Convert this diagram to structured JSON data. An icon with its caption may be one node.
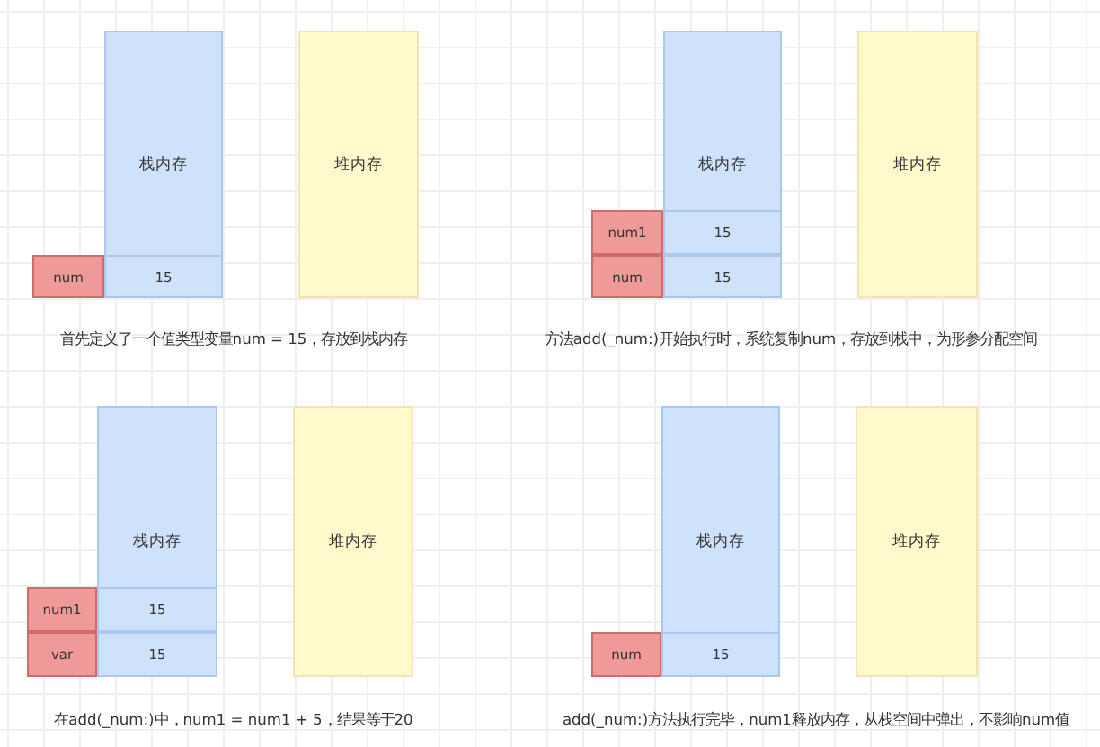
{
  "diagram": {
    "nodes": [
      {
        "text": [
          "栈内存"
        ]
      },
      {
        "text": [
          "15"
        ],
        "in": 0
      },
      {
        "text": [
          "num"
        ]
      },
      {
        "text": [
          "堆内存"
        ]
      },
      {
        "text": [
          "栈内存"
        ]
      },
      {
        "text": [
          "15"
        ],
        "in": 4
      },
      {
        "text": [
          "15"
        ],
        "in": 4
      },
      {
        "text": [
          "num1"
        ]
      },
      {
        "text": [
          "num"
        ]
      },
      {
        "text": [
          "堆内存"
        ]
      },
      {
        "text": [
          "栈内存"
        ]
      },
      {
        "text": [
          "15"
        ],
        "in": 10
      },
      {
        "text": [
          "15"
        ],
        "in": 10
      },
      {
        "text": [
          "num1"
        ]
      },
      {
        "text": [
          "var"
        ]
      },
      {
        "text": [
          "堆内存"
        ]
      },
      {
        "text": [
          "栈内存"
        ]
      },
      {
        "text": [
          "15"
        ],
        "in": 16
      },
      {
        "text": [
          "num"
        ]
      },
      {
        "text": [
          "堆内存"
        ]
      }
    ],
    "labels": [
      "首先定义了一个值类型变量num = 15，存放到栈内存",
      "方法add(_num:)开始执行时，系统复制num，存放到栈中，为形参分配空间",
      "在add(_num:)中，num1 = num1 + 5，结果等于20",
      "add(_num:)方法执行完毕，num1释放内存，从栈空间中弹出，不影响num值"
    ]
  }
}
